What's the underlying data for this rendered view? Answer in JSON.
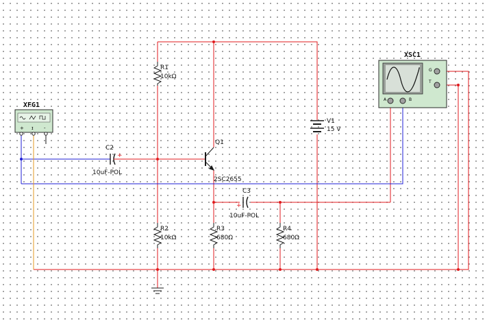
{
  "colors": {
    "wire_red": "#e0191c",
    "wire_blue": "#1c1cd6",
    "wire_orange": "#e39a23",
    "component": "#1a1a1a",
    "instrument_fill": "#cfe8cf",
    "instrument_border": "#2a2a2a",
    "scope_screen": "#9aa09a"
  },
  "instruments": {
    "function_generator": {
      "label": "XFG1",
      "icon": "waveform-icons"
    },
    "oscilloscope": {
      "label": "XSC1",
      "pin_a": "A",
      "pin_b": "B",
      "pin_g": "G",
      "pin_t": "T",
      "icon": "sine-wave-screen"
    }
  },
  "components": {
    "r1": {
      "ref": "R1",
      "value": "10kΩ"
    },
    "r2": {
      "ref": "R2",
      "value": "10kΩ"
    },
    "r3": {
      "ref": "R3",
      "value": "680Ω"
    },
    "r4": {
      "ref": "R4",
      "value": "680Ω"
    },
    "c2": {
      "ref": "C2",
      "value": "10uF-POL",
      "polarity": "+"
    },
    "c3": {
      "ref": "C3",
      "value": "10uF-POL",
      "polarity": "+"
    },
    "q1": {
      "ref": "Q1",
      "model": "2SC2655"
    },
    "v1": {
      "ref": "V1",
      "value": "15 V"
    }
  }
}
